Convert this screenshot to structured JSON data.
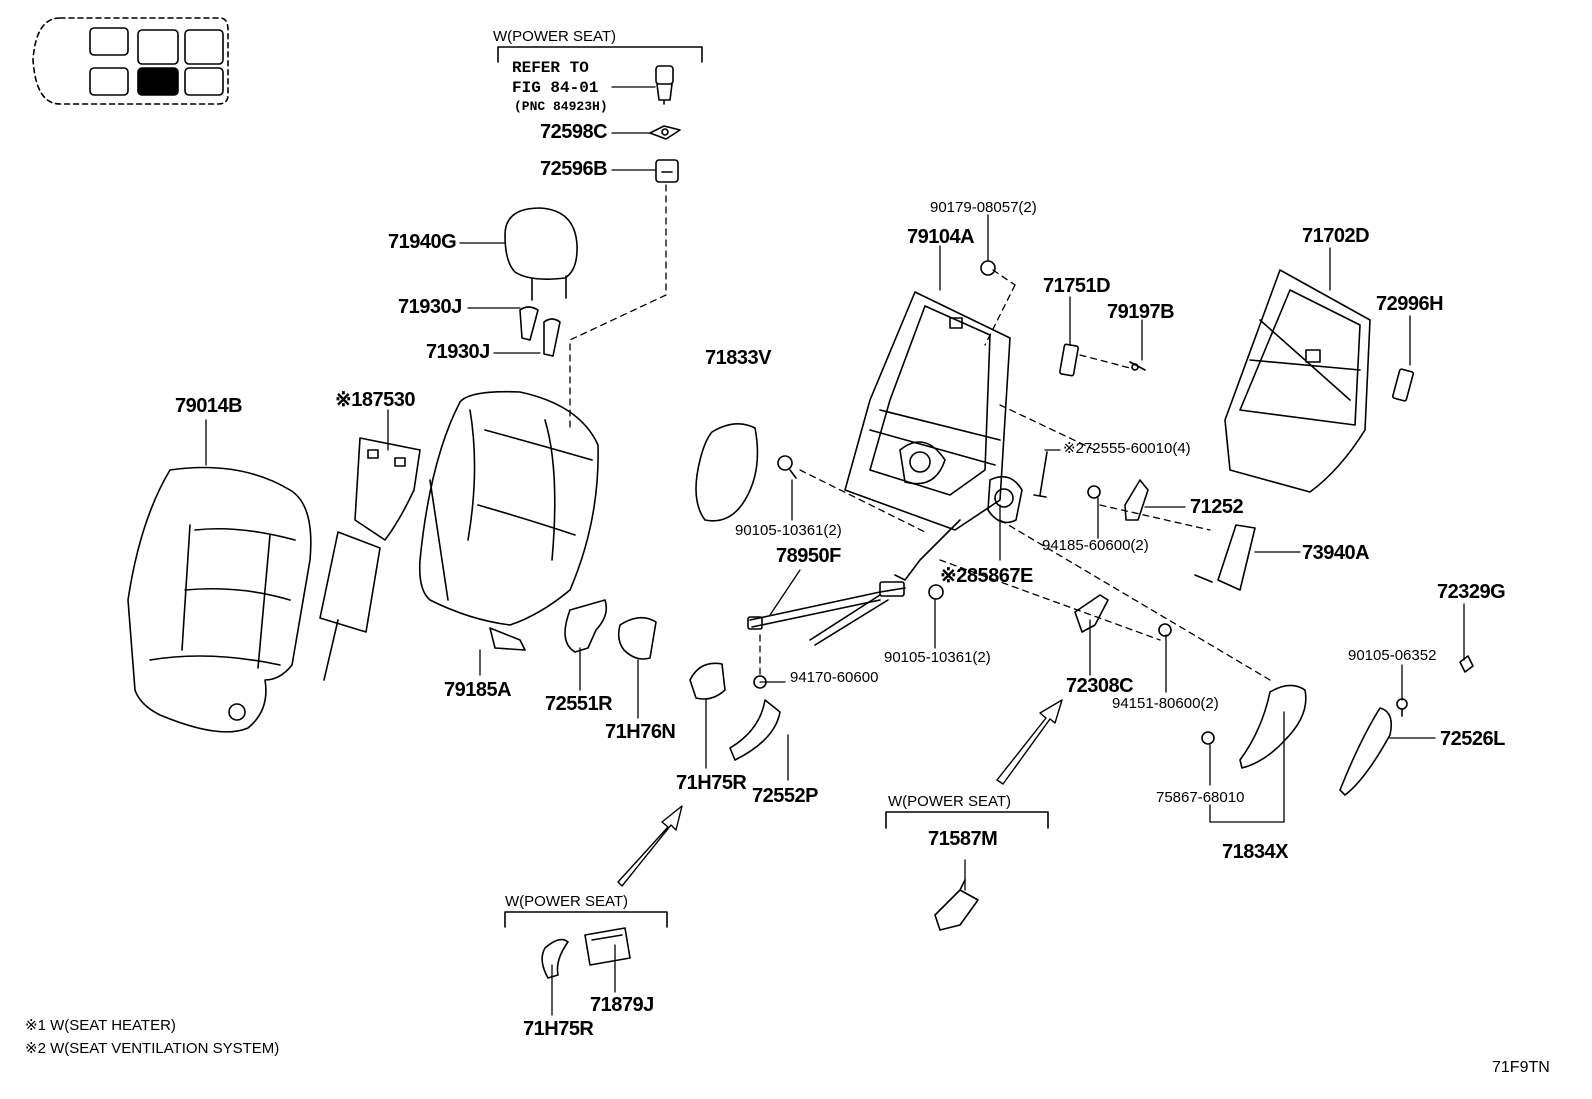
{
  "locator": {
    "panel_count": 6,
    "highlighted": "second-row-left"
  },
  "notes": {
    "n1": "※1 W(SEAT HEATER)",
    "n2": "※2 W(SEAT VENTILATION  SYSTEM)"
  },
  "figure_code": "71F9TN",
  "groups": {
    "power_seat_top": "W(POWER SEAT)",
    "power_seat_mid": "W(POWER SEAT)",
    "power_seat_bottom": "W(POWER SEAT)"
  },
  "refer": {
    "line1": "REFER TO",
    "line2": "FIG 84-01",
    "line3": "(PNC 84923H)"
  },
  "parts": {
    "p72598C": "72598C",
    "p72596B": "72596B",
    "p71940G": "71940G",
    "p71930J_a": "71930J",
    "p71930J_b": "71930J",
    "p79014B": "79014B",
    "p87530": "※187530",
    "p79185A": "79185A",
    "p72551R": "72551R",
    "p71H76N": "71H76N",
    "p71833V": "71833V",
    "p90105_10361_a": "90105-10361(2)",
    "p78950F": "78950F",
    "p94170": "94170-60600",
    "p71H75R_a": "71H75R",
    "p72552P": "72552P",
    "p71H75R_b": "71H75R",
    "p71879J": "71879J",
    "p90179": "90179-08057(2)",
    "p79104A": "79104A",
    "p71751D": "71751D",
    "p79197B": "79197B",
    "p72555": "※272555-60010(4)",
    "p85867E": "※285867E",
    "p90105_10361_b": "90105-10361(2)",
    "p94185": "94185-60600(2)",
    "p71252": "71252",
    "p73940A": "73940A",
    "p71702D": "71702D",
    "p72996H": "72996H",
    "p72329G": "72329G",
    "p90105_06352": "90105-06352",
    "p72526L": "72526L",
    "p72308C": "72308C",
    "p94151": "94151-80600(2)",
    "p75867": "75867-68010",
    "p71834X": "71834X",
    "p71587M": "71587M"
  }
}
